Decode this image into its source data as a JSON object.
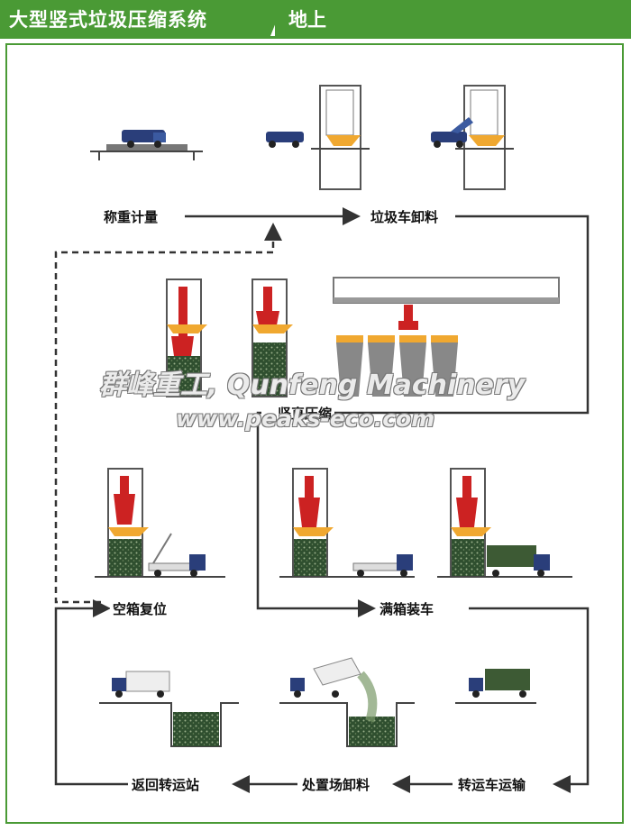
{
  "header": {
    "title": "大型竖式垃圾压缩系统",
    "subtitle": "地上"
  },
  "steps": {
    "weighing": "称重计量",
    "unloading": "垃圾车卸料",
    "compression": "竖直压缩",
    "reset": "空箱复位",
    "loading": "满箱装车",
    "transport": "转运车运输",
    "disposal": "处置场卸料",
    "return": "返回转运站"
  },
  "watermark": {
    "line1": "群峰重工, Qunfeng Machinery",
    "line2": "www.peaks-eco.com"
  },
  "colors": {
    "accent": "#4a9a35",
    "press": "#cc2222",
    "hopper": "#f0a830",
    "truck_blue": "#2a3e7a",
    "container_green": "#3d5a34",
    "waste": "#2f4f2f"
  }
}
